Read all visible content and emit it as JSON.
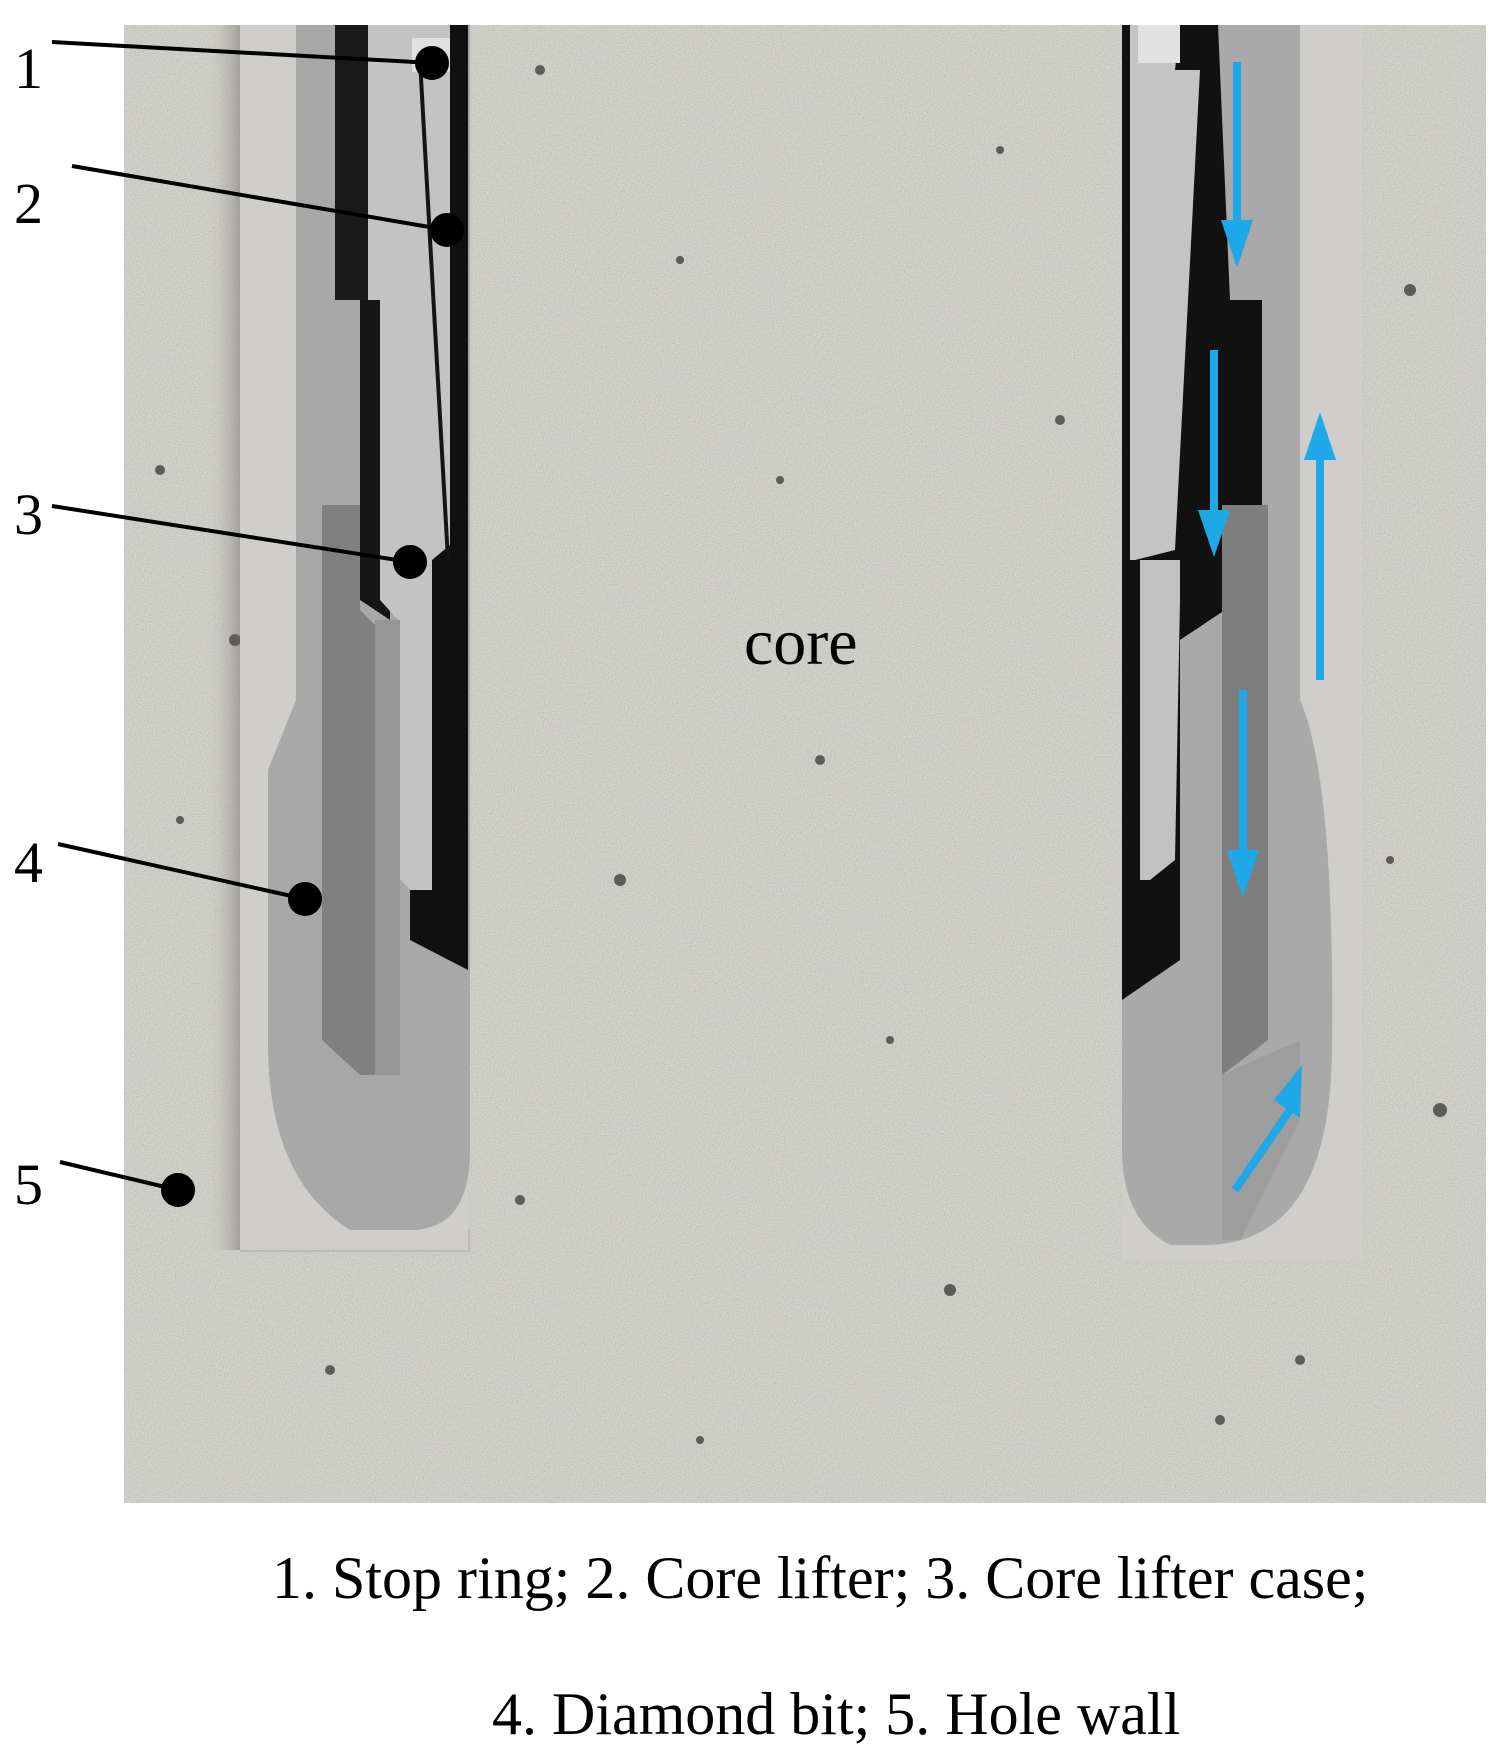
{
  "labels": {
    "callouts": [
      "1",
      "2",
      "3",
      "4",
      "5"
    ],
    "core": "core"
  },
  "caption": {
    "line1": "1. Stop ring; 2. Core lifter; 3. Core lifter case;",
    "line2": "4. Diamond bit; 5. Hole wall"
  },
  "colors": {
    "rock": "#d4d3ce",
    "rock_shadow": "#b9b7b1",
    "steel_light": "#c4c4c4",
    "steel_mid": "#a6a6a6",
    "steel_dark": "#7c7c7c",
    "gap": "#111111",
    "flow_arrow": "#1ea8e8"
  },
  "flow_arrows": [
    {
      "direction": "down",
      "label_icon": "flow-down-arrow-icon"
    },
    {
      "direction": "down",
      "label_icon": "flow-down-arrow-icon"
    },
    {
      "direction": "down",
      "label_icon": "flow-down-arrow-icon"
    },
    {
      "direction": "up",
      "label_icon": "flow-up-arrow-icon"
    },
    {
      "direction": "up-right",
      "label_icon": "flow-diagonal-arrow-icon"
    }
  ]
}
